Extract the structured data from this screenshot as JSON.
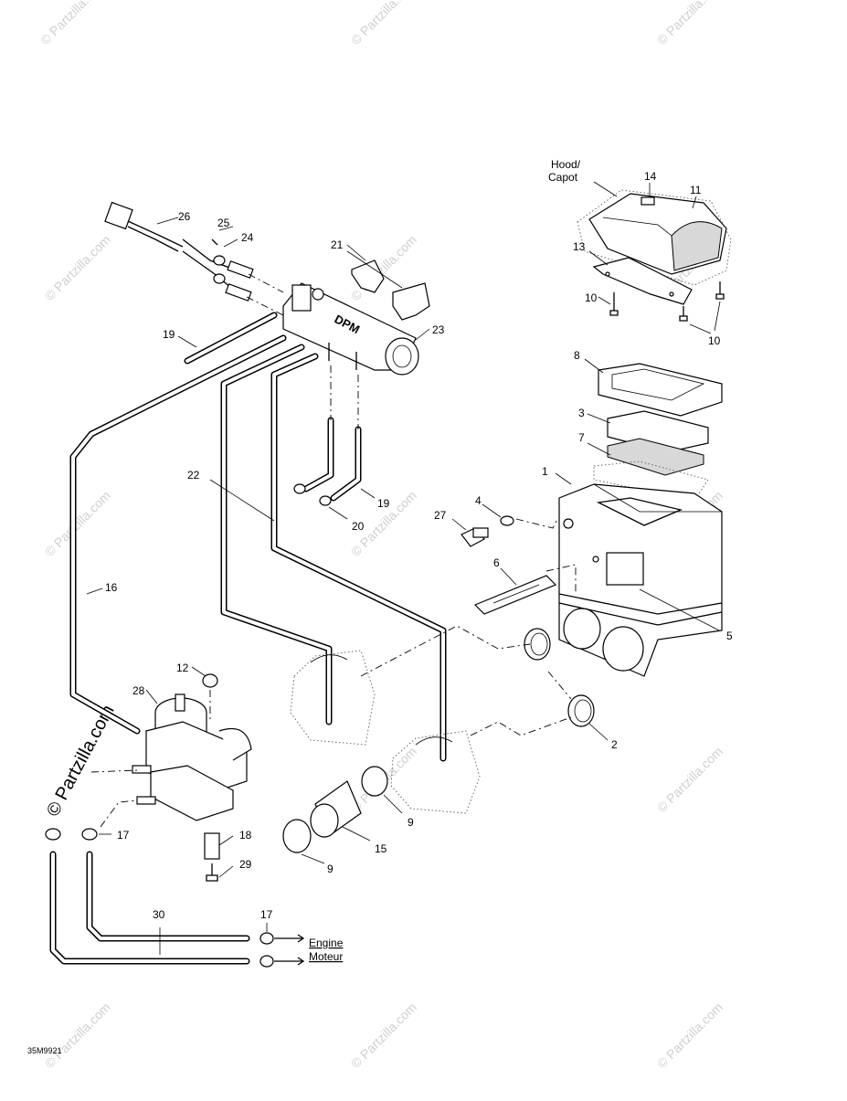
{
  "watermark": "© Partzilla.com",
  "side_watermark": "© Partzilla.com",
  "labels": {
    "hood": "Hood/",
    "capot": "Capot",
    "engine": "Engine",
    "moteur": "Moteur",
    "diagram_code": "35M9921"
  },
  "callouts": [
    "26",
    "25",
    "24",
    "21",
    "23",
    "19",
    "22",
    "20",
    "19",
    "16",
    "12",
    "28",
    "17",
    "18",
    "29",
    "30",
    "17",
    "9",
    "15",
    "9",
    "27",
    "4",
    "6",
    "1",
    "5",
    "2",
    "8",
    "3",
    "7",
    "14",
    "11",
    "13",
    "10",
    "10"
  ]
}
